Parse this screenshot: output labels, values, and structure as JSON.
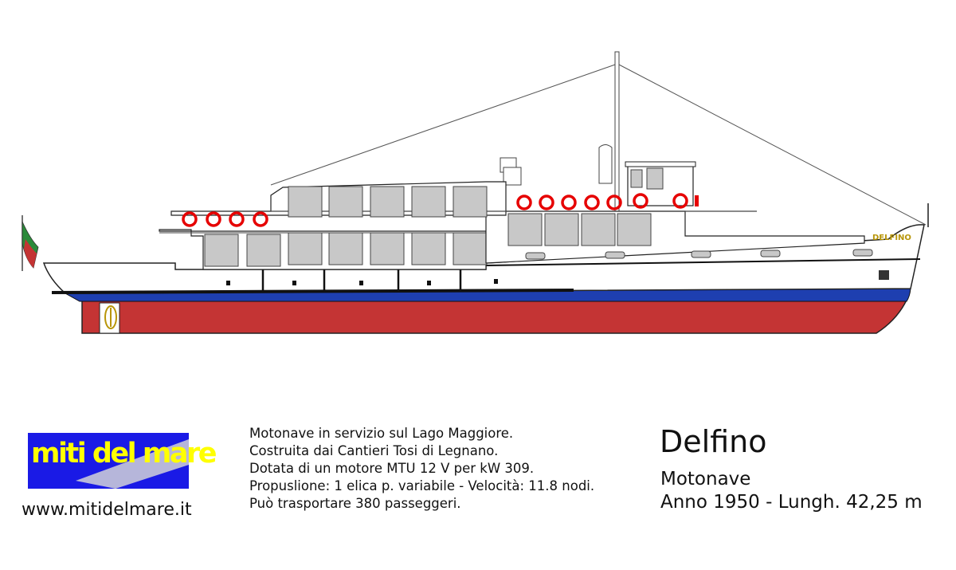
{
  "ship_drawing": {
    "hull_name_label": "DELFINO",
    "colors": {
      "hull_bottom": "#c43434",
      "waterline_stripe": "#1e3fb0",
      "superstructure": "#ffffff",
      "windows": "#c8c8c8",
      "lifebuoys": "#e60000",
      "name_label": "#b8960a"
    },
    "flag": "italian-flag-icon"
  },
  "logo": {
    "text": "miti del mare",
    "background": "#1a1ae6",
    "text_color": "#ffff00"
  },
  "site_url": "www.mitidelmare.it",
  "description": [
    "Motonave in servizio sul Lago Maggiore.",
    "Costruita dai Cantieri Tosi di Legnano.",
    "Dotata di un motore MTU 12 V per kW 309.",
    "Propuslione: 1 elica p. variabile - Velocità: 11.8 nodi.",
    "Può trasportare 380 passeggeri."
  ],
  "ship_info": {
    "name": "Delfino",
    "type": "Motonave",
    "year_length": "Anno 1950 - Lungh. 42,25 m"
  }
}
